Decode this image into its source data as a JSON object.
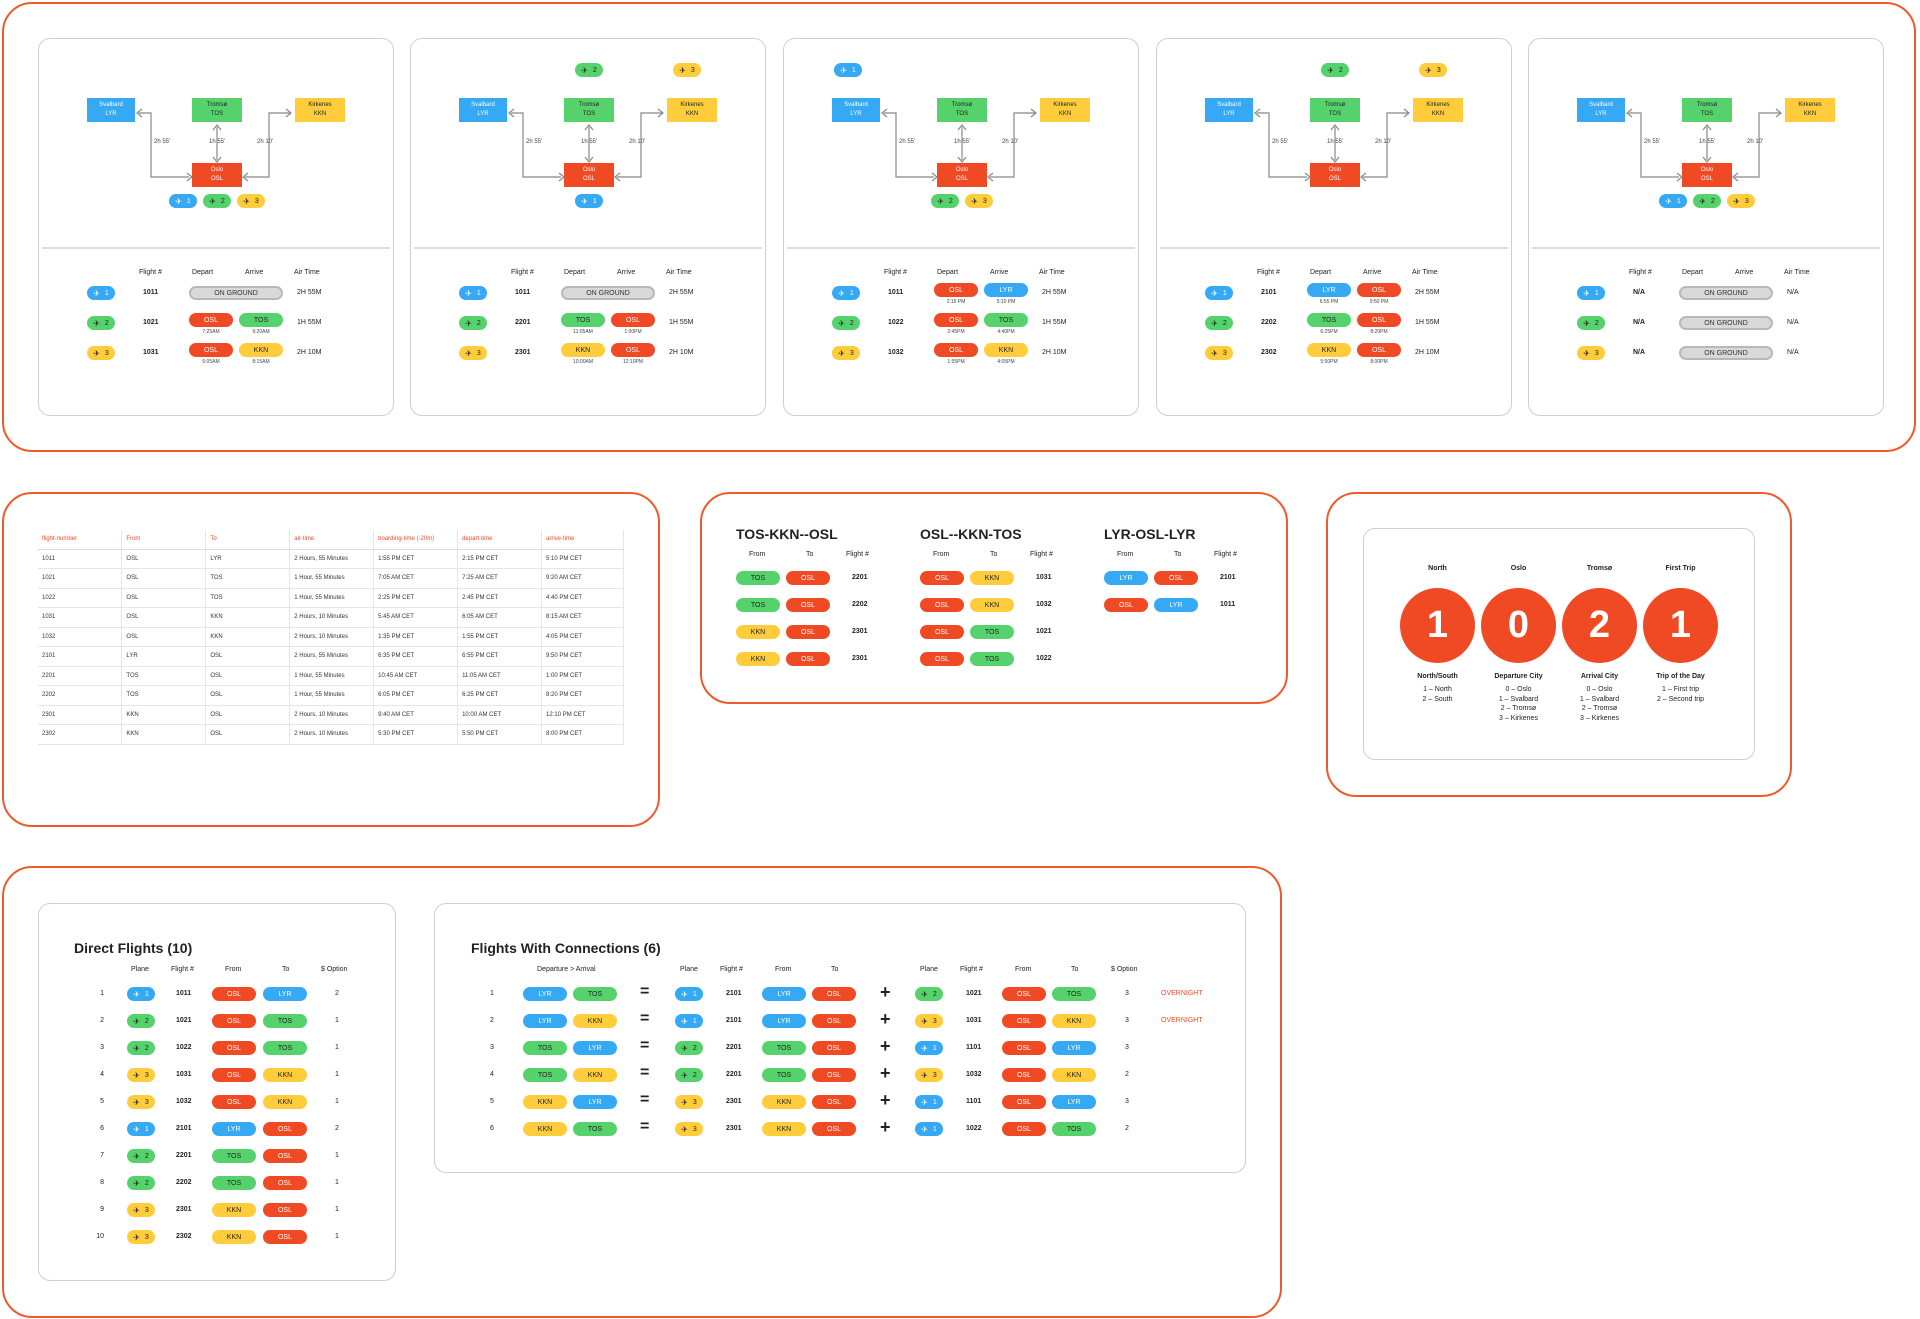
{
  "plane_icon": "plane-icon",
  "colors": {
    "osl": "#F04A24",
    "lyr": "#35A9F4",
    "tos": "#56D26C",
    "kkn": "#FFCD3C",
    "border": "#F05A2B"
  },
  "route_cards": [
    {
      "map_planes": {
        "top": [],
        "bottom": [
          "1",
          "2",
          "3"
        ]
      },
      "rows": [
        {
          "plane": "1",
          "flight": "1011",
          "ground": "ON GROUND",
          "air": "2H 55M"
        },
        {
          "plane": "2",
          "flight": "1021",
          "dep": "OSL",
          "arr": "TOS",
          "dep_t": "7:25AM",
          "arr_t": "9:20AM",
          "air": "1H 55M"
        },
        {
          "plane": "3",
          "flight": "1031",
          "dep": "OSL",
          "arr": "KKN",
          "dep_t": "6:05AM",
          "arr_t": "8:15AM",
          "air": "2H 10M"
        }
      ]
    },
    {
      "map_planes": {
        "top": [
          "2",
          "3"
        ],
        "bottom": [
          "1"
        ]
      },
      "rows": [
        {
          "plane": "1",
          "flight": "1011",
          "ground": "ON GROUND",
          "air": "2H 55M"
        },
        {
          "plane": "2",
          "flight": "2201",
          "dep": "TOS",
          "arr": "OSL",
          "dep_t": "11:05AM",
          "arr_t": "1:00PM",
          "air": "1H 55M"
        },
        {
          "plane": "3",
          "flight": "2301",
          "dep": "KKN",
          "arr": "OSL",
          "dep_t": "10:00AM",
          "arr_t": "12:10PM",
          "air": "2H 10M"
        }
      ]
    },
    {
      "map_planes": {
        "top": [
          "1"
        ],
        "bottom": [
          "2",
          "3"
        ]
      },
      "rows": [
        {
          "plane": "1",
          "flight": "1011",
          "dep": "OSL",
          "arr": "LYR",
          "dep_t": "2:15 PM",
          "arr_t": "5:10 PM",
          "air": "2H 55M"
        },
        {
          "plane": "2",
          "flight": "1022",
          "dep": "OSL",
          "arr": "TOS",
          "dep_t": "2:45PM",
          "arr_t": "4:40PM",
          "air": "1H 55M"
        },
        {
          "plane": "3",
          "flight": "1032",
          "dep": "OSL",
          "arr": "KKN",
          "dep_t": "1:55PM",
          "arr_t": "4:05PM",
          "air": "2H 10M"
        }
      ]
    },
    {
      "map_planes": {
        "top": [
          "2",
          "3"
        ],
        "bottom": []
      },
      "rows": [
        {
          "plane": "1",
          "flight": "2101",
          "dep": "LYR",
          "arr": "OSL",
          "dep_t": "6:55 PM",
          "arr_t": "9:50 PM",
          "air": "2H 55M"
        },
        {
          "plane": "2",
          "flight": "2202",
          "dep": "TOS",
          "arr": "OSL",
          "dep_t": "6:25PM",
          "arr_t": "8:20PM",
          "air": "1H 55M"
        },
        {
          "plane": "3",
          "flight": "2302",
          "dep": "KKN",
          "arr": "OSL",
          "dep_t": "5:50PM",
          "arr_t": "8:00PM",
          "air": "2H 10M"
        }
      ]
    },
    {
      "map_planes": {
        "top": [],
        "bottom": [
          "1",
          "2",
          "3"
        ]
      },
      "rows": [
        {
          "plane": "1",
          "flight": "N/A",
          "ground": "ON GROUND",
          "air": "N/A"
        },
        {
          "plane": "2",
          "flight": "N/A",
          "ground": "ON GROUND",
          "air": "N/A"
        },
        {
          "plane": "3",
          "flight": "N/A",
          "ground": "ON GROUND",
          "air": "N/A"
        }
      ]
    }
  ],
  "map_labels": {
    "svalbard": "Svalbard",
    "lyr": "LYR",
    "tromso": "Tromsø",
    "tos": "TOS",
    "kirkenes": "Kirkenes",
    "kkn": "KKN",
    "oslo": "Oslo",
    "osl": "OSL",
    "t_lyr": "2h 55'",
    "t_tos": "1h 55'",
    "t_kkn": "2h 10'"
  },
  "route_headers": {
    "flight": "Flight #",
    "depart": "Depart",
    "arrive": "Arrive",
    "air": "Air Time"
  },
  "table": {
    "headers": [
      "flight-number",
      "From",
      "To",
      "air-time",
      "boarding-time (-20m)",
      "depart-time",
      "arrive-time"
    ],
    "rows": [
      [
        "1011",
        "OSL",
        "LYR",
        "2 Hours, 55 Minutes",
        "1:55 PM CET",
        "2:15 PM CET",
        "5:10 PM CET"
      ],
      [
        "1021",
        "OSL",
        "TOS",
        "1 Hour, 55 Minutes",
        "7:05 AM CET",
        "7:25 AM CET",
        "9:20 AM CET"
      ],
      [
        "1022",
        "OSL",
        "TOS",
        "1 Hour, 55 Minutes",
        "2:25 PM CET",
        "2:45 PM CET",
        "4:40 PM CET"
      ],
      [
        "1031",
        "OSL",
        "KKN",
        "2 Hours, 10 Minutes",
        "5:45 AM CET",
        "6:05 AM CET",
        "8:15 AM CET"
      ],
      [
        "1032",
        "OSL",
        "KKN",
        "2 Hours, 10 Minutes",
        "1:35 PM CET",
        "1:55 PM CET",
        "4:05 PM CET"
      ],
      [
        "2101",
        "LYR",
        "OSL",
        "2 Hours, 55 Minutes",
        "6:35 PM CET",
        "6:55 PM CET",
        "9:50 PM CET"
      ],
      [
        "2201",
        "TOS",
        "OSL",
        "1 Hour, 55 Minutes",
        "10:45 AM CET",
        "11:05 AM CET",
        "1:00 PM CET"
      ],
      [
        "2202",
        "TOS",
        "OSL",
        "1 Hour, 55 Minutes",
        "6:05 PM CET",
        "6:25 PM CET",
        "8:20 PM CET"
      ],
      [
        "2301",
        "KKN",
        "OSL",
        "2 Hours, 10 Minutes",
        "9:40 AM CET",
        "10:00 AM CET",
        "12:10 PM CET"
      ],
      [
        "2302",
        "KKN",
        "OSL",
        "2 Hours, 10 Minutes",
        "5:30 PM CET",
        "5:50 PM CET",
        "8:00 PM CET"
      ]
    ]
  },
  "trips": [
    {
      "title": "TOS-KKN--OSL",
      "rows": [
        [
          "TOS",
          "OSL",
          "2201"
        ],
        [
          "TOS",
          "OSL",
          "2202"
        ],
        [
          "KKN",
          "OSL",
          "2301"
        ],
        [
          "KKN",
          "OSL",
          "2301"
        ]
      ]
    },
    {
      "title": "OSL--KKN-TOS",
      "rows": [
        [
          "OSL",
          "KKN",
          "1031"
        ],
        [
          "OSL",
          "KKN",
          "1032"
        ],
        [
          "OSL",
          "TOS",
          "1021"
        ],
        [
          "OSL",
          "TOS",
          "1022"
        ]
      ]
    },
    {
      "title": "LYR-OSL-LYR",
      "rows": [
        [
          "LYR",
          "OSL",
          "2101"
        ],
        [
          "OSL",
          "LYR",
          "1011"
        ]
      ]
    }
  ],
  "trip_headers": {
    "from": "From",
    "to": "To",
    "flight": "Flight #"
  },
  "code": {
    "cols": [
      {
        "head": "North",
        "digit": "1",
        "label": "North/South",
        "legend": [
          "1 – North",
          "2 – South"
        ]
      },
      {
        "head": "Oslo",
        "digit": "0",
        "label": "Departure City",
        "legend": [
          "0 – Oslo",
          "1 – Svalbard",
          "2 – Tromsø",
          "3 – Kirkenes"
        ]
      },
      {
        "head": "Tromsø",
        "digit": "2",
        "label": "Arrival City",
        "legend": [
          "0 – Oslo",
          "1 – Svalbard",
          "2 – Tromsø",
          "3 – Kirkenes"
        ]
      },
      {
        "head": "First Trip",
        "digit": "1",
        "label": "Trip of the Day",
        "legend": [
          "1 – First trip",
          "2 – Second trip"
        ]
      }
    ]
  },
  "direct": {
    "title": "Direct Flights (10)",
    "headers": {
      "plane": "Plane",
      "flight": "Flight #",
      "from": "From",
      "to": "To",
      "option": "$ Option"
    },
    "rows": [
      [
        "1",
        "1",
        "1011",
        "OSL",
        "LYR",
        "2"
      ],
      [
        "2",
        "2",
        "1021",
        "OSL",
        "TOS",
        "1"
      ],
      [
        "3",
        "2",
        "1022",
        "OSL",
        "TOS",
        "1"
      ],
      [
        "4",
        "3",
        "1031",
        "OSL",
        "KKN",
        "1"
      ],
      [
        "5",
        "3",
        "1032",
        "OSL",
        "KKN",
        "1"
      ],
      [
        "6",
        "1",
        "2101",
        "LYR",
        "OSL",
        "2"
      ],
      [
        "7",
        "2",
        "2201",
        "TOS",
        "OSL",
        "1"
      ],
      [
        "8",
        "2",
        "2202",
        "TOS",
        "OSL",
        "1"
      ],
      [
        "9",
        "3",
        "2301",
        "KKN",
        "OSL",
        "1"
      ],
      [
        "10",
        "3",
        "2302",
        "KKN",
        "OSL",
        "1"
      ]
    ]
  },
  "connections": {
    "title": "Flights With Connections (6)",
    "headers": {
      "dep_arr": "Departure > Arrival",
      "plane": "Plane",
      "flight": "Flight #",
      "from": "From",
      "to": "To",
      "option": "$ Option"
    },
    "eq": "=",
    "plus": "+",
    "rows": [
      {
        "n": "1",
        "a": "LYR",
        "b": "TOS",
        "p1": "1",
        "f1": "2101",
        "a1": "LYR",
        "b1": "OSL",
        "p2": "2",
        "f2": "1021",
        "a2": "OSL",
        "b2": "TOS",
        "opt": "3",
        "note": "OVERNIGHT"
      },
      {
        "n": "2",
        "a": "LYR",
        "b": "KKN",
        "p1": "1",
        "f1": "2101",
        "a1": "LYR",
        "b1": "OSL",
        "p2": "3",
        "f2": "1031",
        "a2": "OSL",
        "b2": "KKN",
        "opt": "3",
        "note": "OVERNIGHT"
      },
      {
        "n": "3",
        "a": "TOS",
        "b": "LYR",
        "p1": "2",
        "f1": "2201",
        "a1": "TOS",
        "b1": "OSL",
        "p2": "1",
        "f2": "1101",
        "a2": "OSL",
        "b2": "LYR",
        "opt": "3",
        "note": ""
      },
      {
        "n": "4",
        "a": "TOS",
        "b": "KKN",
        "p1": "2",
        "f1": "2201",
        "a1": "TOS",
        "b1": "OSL",
        "p2": "3",
        "f2": "1032",
        "a2": "OSL",
        "b2": "KKN",
        "opt": "2",
        "note": ""
      },
      {
        "n": "5",
        "a": "KKN",
        "b": "LYR",
        "p1": "3",
        "f1": "2301",
        "a1": "KKN",
        "b1": "OSL",
        "p2": "1",
        "f2": "1101",
        "a2": "OSL",
        "b2": "LYR",
        "opt": "3",
        "note": ""
      },
      {
        "n": "6",
        "a": "KKN",
        "b": "TOS",
        "p1": "3",
        "f1": "2301",
        "a1": "KKN",
        "b1": "OSL",
        "p2": "1",
        "f2": "1022",
        "a2": "OSL",
        "b2": "TOS",
        "opt": "2",
        "note": ""
      }
    ]
  }
}
